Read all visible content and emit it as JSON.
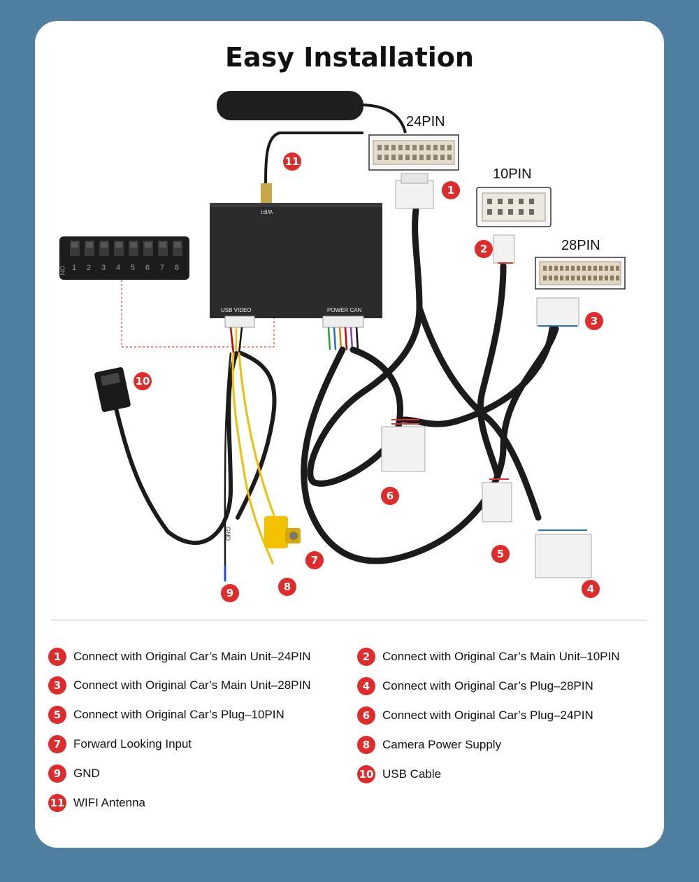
{
  "title": "Easy Installation",
  "pin_labels": {
    "p24": "24PIN",
    "p10": "10PIN",
    "p28": "28PIN"
  },
  "box_labels": {
    "wifi": "WIFI",
    "usb_video": "USB VIDEO",
    "power_can": "POWER CAN",
    "gnd_tag": "GND"
  },
  "dip_numbers": [
    "1",
    "2",
    "3",
    "4",
    "5",
    "6",
    "7",
    "8"
  ],
  "dip_on": "ON",
  "badges": {
    "b1": "1",
    "b2": "2",
    "b3": "3",
    "b4": "4",
    "b5": "5",
    "b6": "6",
    "b7": "7",
    "b8": "8",
    "b9": "9",
    "b10": "10",
    "b11": "11"
  },
  "legend": [
    {
      "num": "1",
      "text": "Connect with Original Car’s Main Unit–24PIN"
    },
    {
      "num": "2",
      "text": "Connect with Original Car’s Main Unit–10PIN"
    },
    {
      "num": "3",
      "text": "Connect with Original Car’s Main Unit–28PIN"
    },
    {
      "num": "4",
      "text": "Connect with Original Car’s Plug–28PIN"
    },
    {
      "num": "5",
      "text": "Connect with Original Car’s Plug–10PIN"
    },
    {
      "num": "6",
      "text": "Connect with Original Car’s Plug–24PIN"
    },
    {
      "num": "7",
      "text": "Forward Looking Input"
    },
    {
      "num": "8",
      "text": "Camera Power Supply"
    },
    {
      "num": "9",
      "text": "GND"
    },
    {
      "num": "10",
      "text": "USB Cable"
    },
    {
      "num": "11",
      "text": "WIFI Antenna"
    }
  ],
  "colors": {
    "background": "#4e7fa0",
    "badge": "#e12a2a",
    "cable": "#1b1b1b",
    "box": "#2b2b2b",
    "connector": "#eeeeee",
    "rca": "#f2c200"
  }
}
